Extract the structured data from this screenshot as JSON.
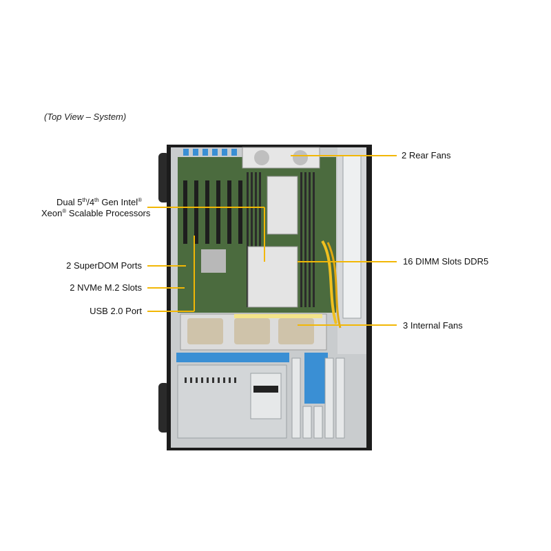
{
  "caption": "(Top View – System)",
  "callouts": {
    "rear_fans": "2 Rear Fans",
    "processors_line1_a": "Dual 5",
    "processors_sup1": "th",
    "processors_line1_b": "/4",
    "processors_sup2": "th",
    "processors_line1_c": " Gen Intel",
    "processors_sup3": "®",
    "processors_line2_a": "Xeon",
    "processors_sup4": "®",
    "processors_line2_b": " Scalable Processors",
    "dimm_slots": "16 DIMM Slots DDR5",
    "superdom_ports": "2 SuperDOM Ports",
    "nvme_slots": "2 NVMe M.2 Slots",
    "usb_port": "USB 2.0 Port",
    "internal_fans": "3 Internal  Fans"
  },
  "colors": {
    "leader_line": "#f2b705",
    "chassis": "#1c1c1c",
    "board": "#4b6b3e",
    "shroud": "#dcdcdc",
    "accent_blue": "#3a8fd4"
  }
}
